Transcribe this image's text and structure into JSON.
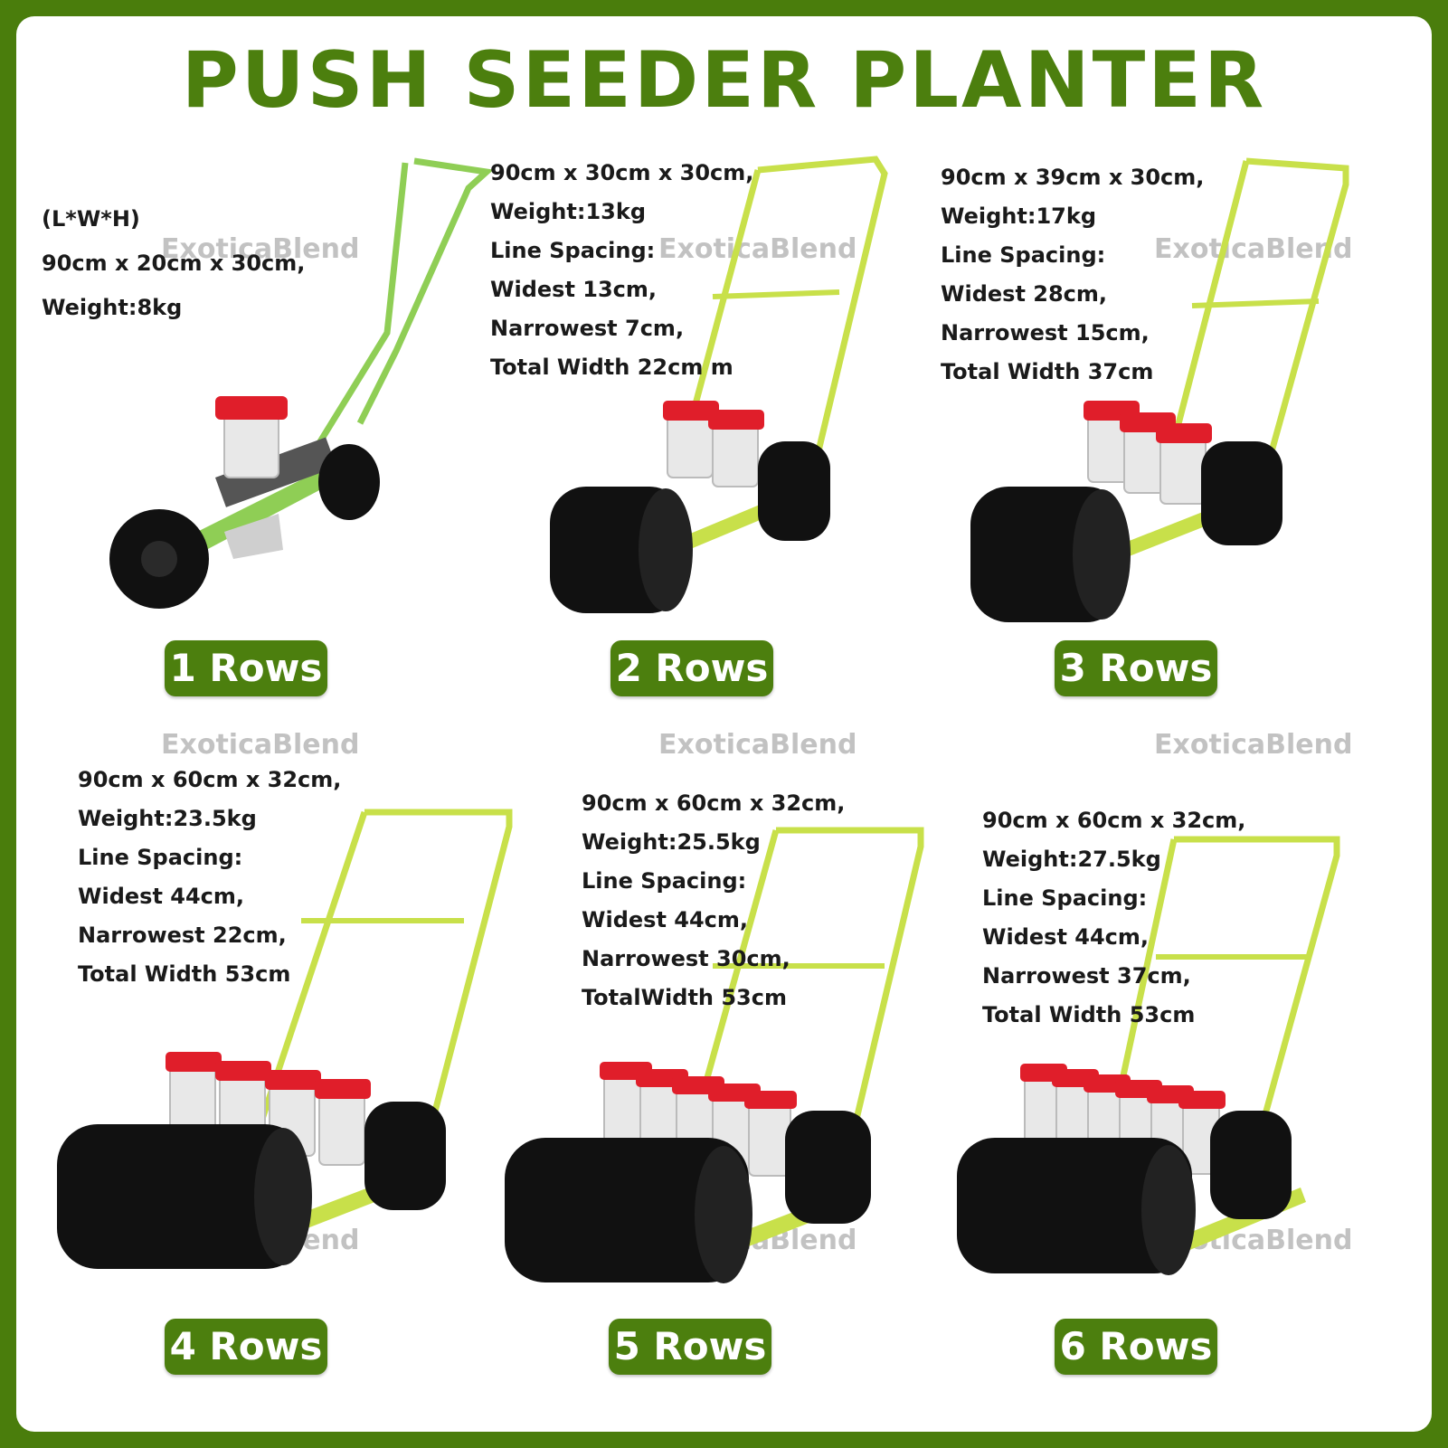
{
  "title": "PUSH SEEDER PLANTER",
  "watermark": "ExoticaBlend",
  "colors": {
    "border": "#4a7d0c",
    "accent_green": "#4c7f0e",
    "frame_lime": "#c8e04a",
    "frame_green_single": "#8fce55",
    "hopper_red": "#e01e2a",
    "roller_black": "#111111"
  },
  "models": [
    {
      "rows_label": "1 Rows",
      "specs": [
        "(L*W*H)",
        "90cm x 20cm x 30cm,",
        "Weight:8kg"
      ]
    },
    {
      "rows_label": "2 Rows",
      "specs": [
        "90cm x 30cm x 30cm,",
        "Weight:13kg",
        "Line Spacing:",
        "Widest 13cm,",
        "Narrowest 7cm,",
        "Total Width 22cm m"
      ]
    },
    {
      "rows_label": "3 Rows",
      "specs": [
        "90cm x 39cm x 30cm,",
        "Weight:17kg",
        "Line Spacing:",
        "Widest 28cm,",
        "Narrowest 15cm,",
        "Total Width 37cm"
      ]
    },
    {
      "rows_label": "4 Rows",
      "specs": [
        "90cm x 60cm x 32cm,",
        "Weight:23.5kg",
        "Line Spacing:",
        "Widest 44cm,",
        "Narrowest 22cm,",
        "Total Width 53cm"
      ]
    },
    {
      "rows_label": "5 Rows",
      "specs": [
        "90cm x 60cm x 32cm,",
        "Weight:25.5kg",
        "Line Spacing:",
        "Widest 44cm,",
        "Narrowest 30cm,",
        "TotalWidth 53cm"
      ]
    },
    {
      "rows_label": "6 Rows",
      "specs": [
        "90cm x 60cm x 32cm,",
        "Weight:27.5kg",
        "Line Spacing:",
        "Widest 44cm,",
        "Narrowest 37cm,",
        "Total Width 53cm"
      ]
    }
  ]
}
